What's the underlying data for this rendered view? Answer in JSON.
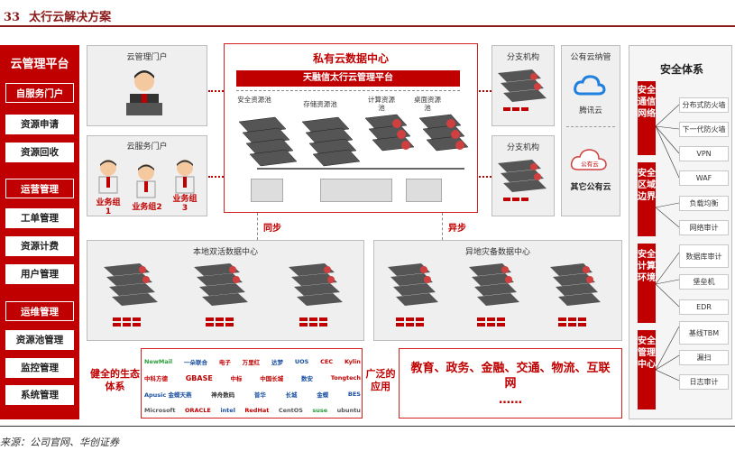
{
  "figure": {
    "number": "33",
    "title": "太行云解决方案"
  },
  "source": "来源：公司官网、华创证券",
  "sidebar": {
    "title": "云管理平台",
    "items": [
      {
        "label": "自服务门户",
        "header": true
      },
      {
        "label": "资源申请",
        "header": false
      },
      {
        "label": "资源回收",
        "header": false
      },
      {
        "label": "运营管理",
        "header": true
      },
      {
        "label": "工单管理",
        "header": false
      },
      {
        "label": "资源计费",
        "header": false
      },
      {
        "label": "用户管理",
        "header": false
      },
      {
        "label": "运维管理",
        "header": true
      },
      {
        "label": "资源池管理",
        "header": false
      },
      {
        "label": "监控管理",
        "header": false
      },
      {
        "label": "系统管理",
        "header": false
      }
    ]
  },
  "portal": {
    "cloud_mgmt": "云管理门户",
    "cloud_service": "云服务门户",
    "groups": [
      "业务组1",
      "业务组2",
      "业务组3"
    ]
  },
  "private_cloud": {
    "title": "私有云数据中心",
    "platform": "天融信太行云管理平台",
    "pools": [
      "安全资源池",
      "存储资源池",
      "计算资源池",
      "桌面资源池"
    ]
  },
  "branches": {
    "branch1": "分支机构",
    "branch2": "分支机构"
  },
  "public_cloud": {
    "title": "公有云纳管",
    "tencent": "腾讯云",
    "tencent_logo": "公有云",
    "other": "其它公有云"
  },
  "sync_labels": {
    "sync": "同步",
    "async": "异步"
  },
  "datacenters": {
    "local": "本地双活数据中心",
    "remote": "异地灾备数据中心"
  },
  "ecosystem": {
    "label": "健全的生态体系",
    "wide_label": "广泛的应用",
    "industries": "教育、政务、金融、交通、物流、互联网",
    "ellipsis": "……"
  },
  "partners": [
    [
      "NewMail",
      "一朵联合",
      "电子",
      "万里红",
      "达梦",
      "UOS",
      "CEC",
      "Kylin"
    ],
    [
      "中科方德",
      "GBASE",
      "中标",
      "中国长城",
      "数安",
      "Tongtech"
    ],
    [
      "Apusic 金蝶天燕",
      "神舟数码",
      "普华",
      "长城",
      "金蝶",
      "BES"
    ],
    [
      "Microsoft",
      "ORACLE",
      "intel",
      "RedHat",
      "CentOS",
      "suse",
      "ubuntu"
    ]
  ],
  "security": {
    "title": "安全体系",
    "categories": [
      {
        "name": "安全通信网络",
        "items": [
          "分布式防火墙",
          "下一代防火墙",
          "VPN",
          "WAF"
        ]
      },
      {
        "name": "安全区域边界",
        "items": [
          "负载均衡",
          "网络审计"
        ]
      },
      {
        "name": "安全计算环境",
        "items": [
          "数据库审计",
          "堡垒机",
          "EDR"
        ]
      },
      {
        "name": "安全管理中心",
        "items": [
          "基线TBM",
          "漏扫",
          "日志审计"
        ]
      }
    ]
  },
  "colors": {
    "accent": "#c00000",
    "panel": "#efefef"
  }
}
